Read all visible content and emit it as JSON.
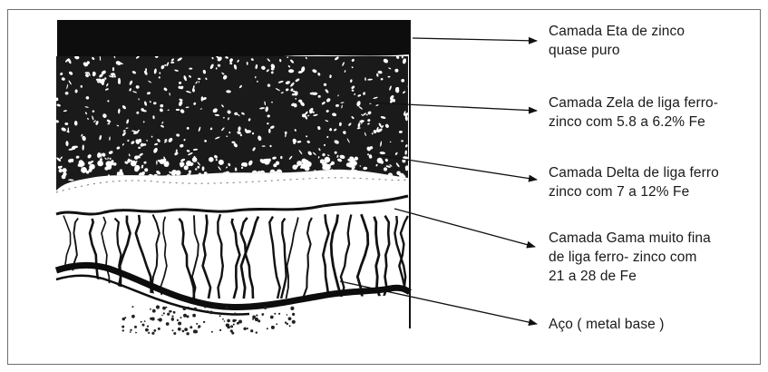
{
  "labels": {
    "eta": "Camada Eta de zinco\nquase puro",
    "zeta": "Camada Zela de liga ferro-\nzinco com 5.8 a 6.2% Fe",
    "delta": "Camada Delta de liga ferro\nzinco com 7 a 12% Fe",
    "gama": "Camada Gama muito fina\nde liga ferro- zinco com\n21 a 28 de Fe",
    "aco": "Aço ( metal  base )"
  },
  "colors": {
    "ink": "#111111",
    "frame": "#6f6f6f",
    "background": "#ffffff"
  }
}
